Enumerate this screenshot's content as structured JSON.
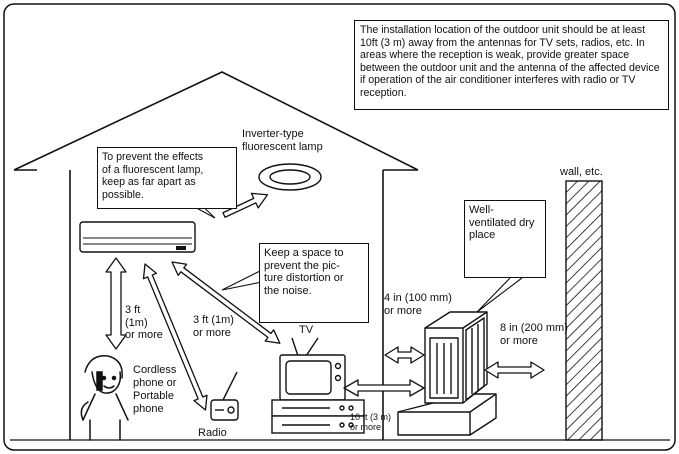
{
  "notes": {
    "installation_note": "The installation location of the outdoor unit should be at least 10ft (3 m) away from the antennas for TV sets, radios, etc. In areas where the reception is weak, provide greater space between the outdoor unit and the antenna of the affected device if operation of the air conditioner interferes with radio or TV reception.",
    "fluorescent_note": "To prevent the effects\nof a fluorescent lamp,\nkeep as far apart as\npossible.",
    "space_note": "Keep a space to\nprevent the pic-\nture distortion or\nthe noise.",
    "ventilated_note": "Well-\nventilated dry\nplace"
  },
  "labels": {
    "lamp": "Inverter-type\nfluorescent lamp",
    "wall": "wall, etc.",
    "tv": "TV",
    "radio": "Radio",
    "phone": "Cordless\nphone or\nPortable\nphone"
  },
  "distances": {
    "phone_clearance": "3 ft\n(1m)\nor more",
    "radio_clearance": "3 ft (1m)\nor more",
    "outdoor_side": "4 in (100 mm)\nor more",
    "wall_clearance": "8 in (200 mm)\nor more",
    "tv_clearance": "10 ft (3 m)\nor more"
  }
}
